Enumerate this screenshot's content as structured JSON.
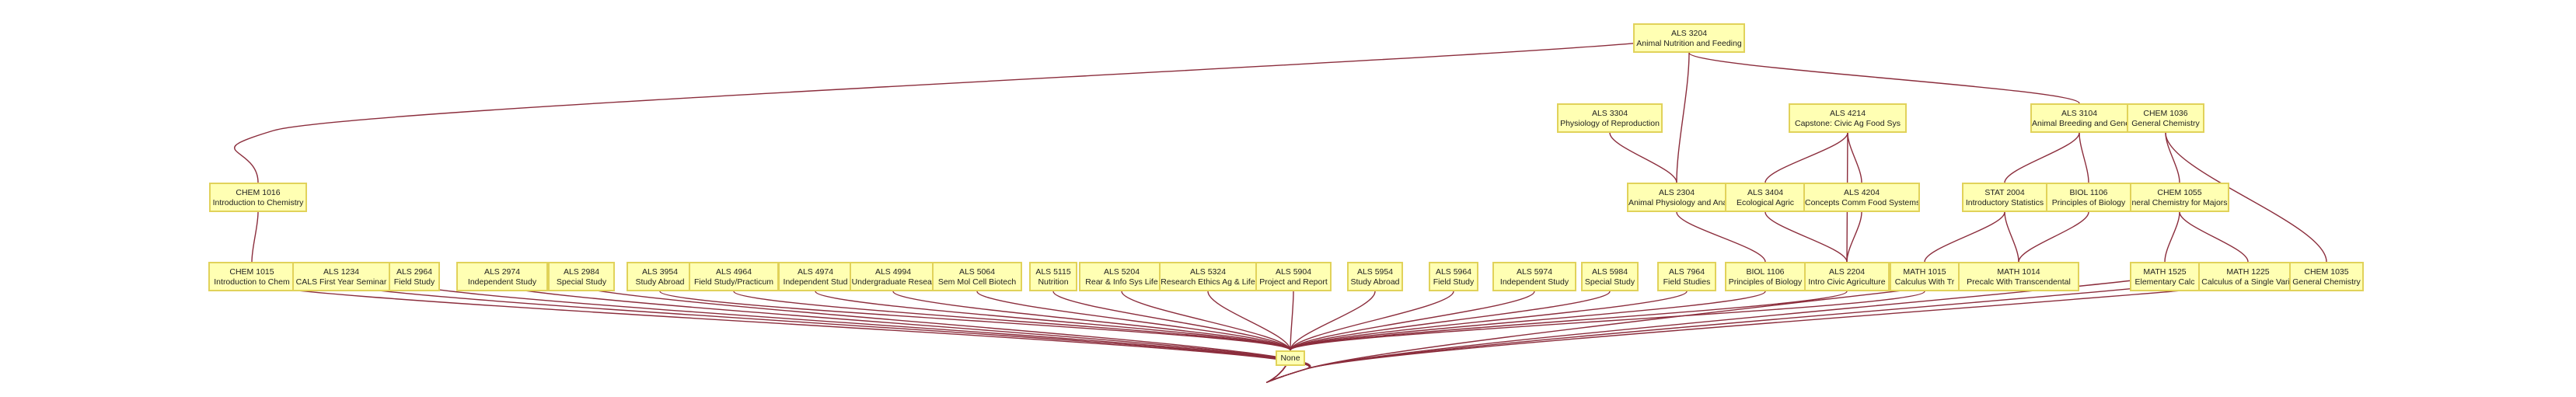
{
  "colors": {
    "node_fill": "#ffffb3",
    "node_border": "#e1d25a",
    "edge": "#8b2d3c",
    "background": "#ffffff"
  },
  "nodes": {
    "als3204": {
      "code": "ALS 3204",
      "title": "Animal Nutrition and Feeding"
    },
    "als3304": {
      "code": "ALS 3304",
      "title": "Physiology of Reproduction"
    },
    "als4214": {
      "code": "ALS 4214",
      "title": "Capstone: Civic Ag Food Sys"
    },
    "als3104": {
      "code": "ALS 3104",
      "title": "Animal Breeding and Gene"
    },
    "chem1036": {
      "code": "CHEM 1036",
      "title": "General Chemistry"
    },
    "chem1016": {
      "code": "CHEM 1016",
      "title": "Introduction to Chemistry"
    },
    "als2304": {
      "code": "ALS 2304",
      "title": "Animal Physiology and Ana"
    },
    "als3404": {
      "code": "ALS 3404",
      "title": "Ecological Agric"
    },
    "als4204": {
      "code": "ALS 4204",
      "title": "Concepts Comm Food Systems"
    },
    "stat2004": {
      "code": "STAT 2004",
      "title": "Introductory Statistics"
    },
    "biol1106a": {
      "code": "BIOL 1106",
      "title": "Principles of Biology"
    },
    "chem1055": {
      "code": "CHEM 1055",
      "title": "neral Chemistry for Majors"
    },
    "chem1015": {
      "code": "CHEM 1015",
      "title": "Introduction to Chem"
    },
    "als1234": {
      "code": "ALS 1234",
      "title": "CALS First Year Seminar"
    },
    "als2964": {
      "code": "ALS 2964",
      "title": "Field Study"
    },
    "als2974": {
      "code": "ALS 2974",
      "title": "Independent Study"
    },
    "als2984": {
      "code": "ALS 2984",
      "title": "Special Study"
    },
    "als3954": {
      "code": "ALS 3954",
      "title": "Study Abroad"
    },
    "als4964": {
      "code": "ALS 4964",
      "title": "Field Study/Practicum"
    },
    "als4974": {
      "code": "ALS 4974",
      "title": "Independent Stud"
    },
    "als4994": {
      "code": "ALS 4994",
      "title": "Undergraduate Resear"
    },
    "als5064": {
      "code": "ALS 5064",
      "title": "Sem Mol Cell Biotech"
    },
    "als5115": {
      "code": "ALS 5115",
      "title": "Nutrition"
    },
    "als5204": {
      "code": "ALS 5204",
      "title": "Rear & Info Sys Life"
    },
    "als5324": {
      "code": "ALS 5324",
      "title": "Research Ethics Ag & Life"
    },
    "als5904": {
      "code": "ALS 5904",
      "title": "Project and Report"
    },
    "als5954": {
      "code": "ALS 5954",
      "title": "Study Abroad"
    },
    "als5964": {
      "code": "ALS 5964",
      "title": "Field Study"
    },
    "als5974": {
      "code": "ALS 5974",
      "title": "Independent Study"
    },
    "als5984": {
      "code": "ALS 5984",
      "title": "Special Study"
    },
    "als7964": {
      "code": "ALS 7964",
      "title": "Field Studies"
    },
    "biol1106b": {
      "code": "BIOL 1106",
      "title": "Principles of Biology"
    },
    "als2204": {
      "code": "ALS 2204",
      "title": "Intro Civic Agriculture"
    },
    "math1015": {
      "code": "MATH 1015",
      "title": "Calculus With Tr"
    },
    "math1014": {
      "code": "MATH 1014",
      "title": "Precalc With Transcendental"
    },
    "math1525": {
      "code": "MATH 1525",
      "title": "Elementary Calc"
    },
    "math1225": {
      "code": "MATH 1225",
      "title": "Calculus of a Single Varia"
    },
    "chem1035": {
      "code": "CHEM 1035",
      "title": "General Chemistry"
    },
    "none": {
      "code": "None",
      "title": ""
    }
  },
  "edges": [
    [
      "als3204",
      "chem1016"
    ],
    [
      "als3204",
      "als2304"
    ],
    [
      "als3204",
      "als3104"
    ],
    [
      "als3304",
      "als2304"
    ],
    [
      "als4214",
      "als3404"
    ],
    [
      "als4214",
      "als4204"
    ],
    [
      "als4214",
      "als2204"
    ],
    [
      "als3104",
      "stat2004"
    ],
    [
      "als3104",
      "biol1106a"
    ],
    [
      "chem1036",
      "chem1055"
    ],
    [
      "chem1036",
      "chem1035"
    ],
    [
      "chem1016",
      "chem1015"
    ],
    [
      "als2304",
      "biol1106b"
    ],
    [
      "als3404",
      "als2204"
    ],
    [
      "als4204",
      "als2204"
    ],
    [
      "stat2004",
      "math1015"
    ],
    [
      "stat2004",
      "math1014"
    ],
    [
      "biol1106a",
      "math1014"
    ],
    [
      "chem1055",
      "math1525"
    ],
    [
      "chem1055",
      "math1225"
    ],
    [
      "chem1015",
      "none"
    ],
    [
      "als1234",
      "none"
    ],
    [
      "als2964",
      "none"
    ],
    [
      "als2974",
      "none"
    ],
    [
      "als2984",
      "none"
    ],
    [
      "als3954",
      "none"
    ],
    [
      "als4964",
      "none"
    ],
    [
      "als4974",
      "none"
    ],
    [
      "als4994",
      "none"
    ],
    [
      "als5064",
      "none"
    ],
    [
      "als5115",
      "none"
    ],
    [
      "als5204",
      "none"
    ],
    [
      "als5324",
      "none"
    ],
    [
      "als5904",
      "none"
    ],
    [
      "als5954",
      "none"
    ],
    [
      "als5964",
      "none"
    ],
    [
      "als5974",
      "none"
    ],
    [
      "als5984",
      "none"
    ],
    [
      "als7964",
      "none"
    ],
    [
      "biol1106b",
      "none"
    ],
    [
      "als2204",
      "none"
    ],
    [
      "math1015",
      "none"
    ],
    [
      "math1014",
      "none"
    ],
    [
      "math1525",
      "none"
    ],
    [
      "math1225",
      "none"
    ],
    [
      "chem1035",
      "none"
    ]
  ]
}
